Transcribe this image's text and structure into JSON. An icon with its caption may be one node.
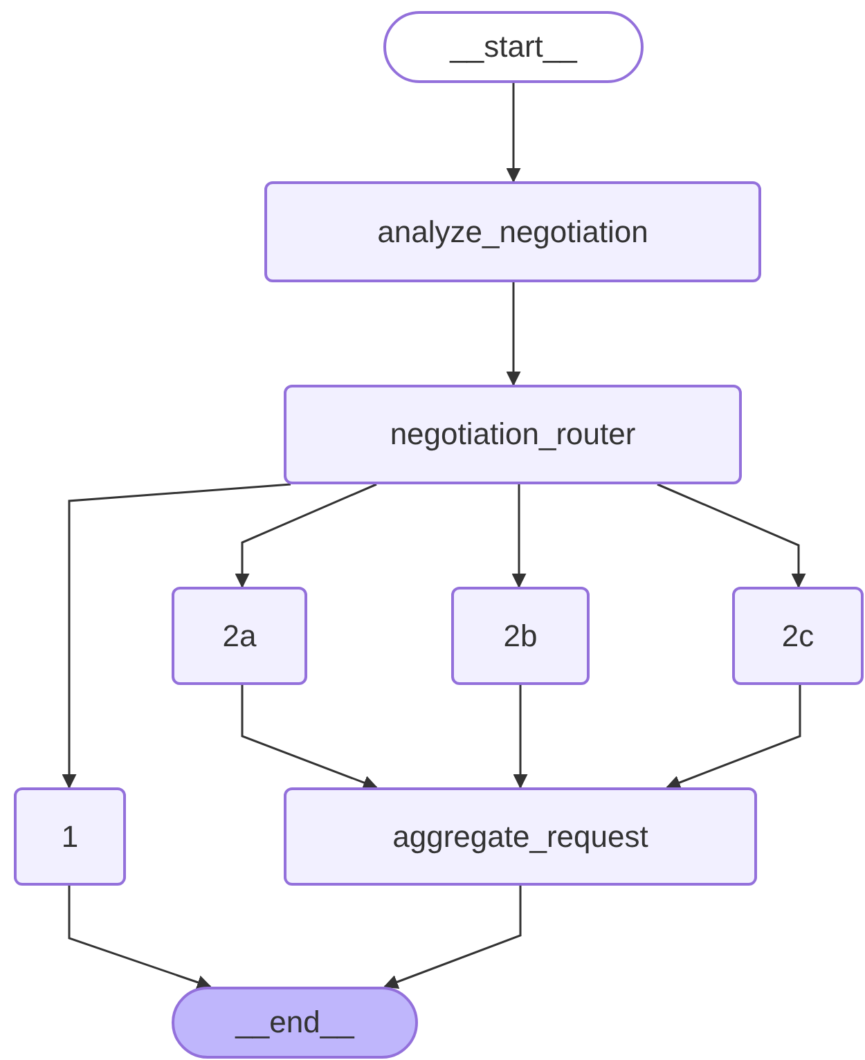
{
  "diagram": {
    "nodes": [
      {
        "text": [
          "__start__"
        ]
      },
      {
        "text": [
          "analyze_negotiation"
        ]
      },
      {
        "text": [
          "negotiation_router"
        ]
      },
      {
        "text": [
          "2a"
        ]
      },
      {
        "text": [
          "2b"
        ]
      },
      {
        "text": [
          "2c"
        ]
      },
      {
        "text": [
          "1"
        ]
      },
      {
        "text": [
          "aggregate_request"
        ]
      },
      {
        "text": [
          "__end__"
        ]
      }
    ],
    "edges": [
      {
        "from": 0,
        "to": 1,
        "arrow": "to"
      },
      {
        "from": 1,
        "to": 2,
        "arrow": "to"
      },
      {
        "from": 2,
        "to": 6,
        "arrow": "to"
      },
      {
        "from": 2,
        "to": 3,
        "arrow": "to"
      },
      {
        "from": 2,
        "to": 4,
        "arrow": "to"
      },
      {
        "from": 2,
        "to": 5,
        "arrow": "to"
      },
      {
        "from": 3,
        "to": 7,
        "arrow": "to"
      },
      {
        "from": 4,
        "to": 7,
        "arrow": "to"
      },
      {
        "from": 5,
        "to": 7,
        "arrow": "to"
      },
      {
        "from": 6,
        "to": 8,
        "arrow": "to"
      },
      {
        "from": 7,
        "to": 8,
        "arrow": "to"
      }
    ]
  }
}
